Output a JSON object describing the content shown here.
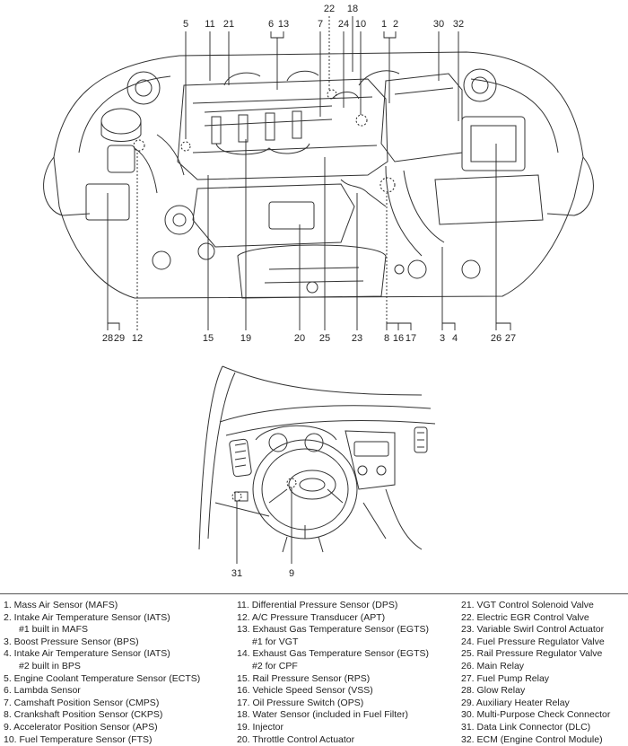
{
  "engine_callouts": {
    "top": [
      "5",
      "11",
      "21",
      "6",
      "13",
      "22",
      "18",
      "7",
      "24",
      "10",
      "1",
      "2",
      "30",
      "32"
    ],
    "bottom": [
      "28",
      "29",
      "12",
      "15",
      "19",
      "20",
      "25",
      "23",
      "8",
      "16",
      "17",
      "3",
      "4",
      "26",
      "27"
    ]
  },
  "interior_callouts": [
    "31",
    "9"
  ],
  "legend": {
    "col1": [
      {
        "text": "1. Mass Air Sensor (MAFS)"
      },
      {
        "text": "2. Intake Air Temperature Sensor (IATS)"
      },
      {
        "text": "#1 built in MAFS",
        "sub": true
      },
      {
        "text": "3. Boost Pressure Sensor (BPS)"
      },
      {
        "text": "4. Intake Air Temperature Sensor (IATS)"
      },
      {
        "text": "#2 built in BPS",
        "sub": true
      },
      {
        "text": "5. Engine Coolant Temperature Sensor (ECTS)"
      },
      {
        "text": "6. Lambda Sensor"
      },
      {
        "text": "7. Camshaft Position Sensor (CMPS)"
      },
      {
        "text": "8. Crankshaft Position Sensor (CKPS)"
      },
      {
        "text": "9. Accelerator Position Sensor (APS)"
      },
      {
        "text": "10. Fuel Temperature Sensor (FTS)"
      }
    ],
    "col2": [
      {
        "text": "11. Differential Pressure Sensor (DPS)"
      },
      {
        "text": "12. A/C Pressure Transducer (APT)"
      },
      {
        "text": "13. Exhaust Gas Temperature Sensor (EGTS)"
      },
      {
        "text": "#1 for VGT",
        "sub": true
      },
      {
        "text": "14. Exhaust Gas Temperature Sensor (EGTS)"
      },
      {
        "text": "#2 for CPF",
        "sub": true
      },
      {
        "text": "15. Rail Pressure Sensor (RPS)"
      },
      {
        "text": "16. Vehicle Speed Sensor (VSS)"
      },
      {
        "text": "17. Oil Pressure Switch (OPS)"
      },
      {
        "text": "18. Water Sensor (included in Fuel Filter)"
      },
      {
        "text": "19. Injector"
      },
      {
        "text": "20. Throttle Control Actuator"
      }
    ],
    "col3": [
      {
        "text": "21. VGT Control Solenoid Valve"
      },
      {
        "text": "22. Electric EGR Control Valve"
      },
      {
        "text": "23. Variable Swirl Control Actuator"
      },
      {
        "text": "24. Fuel Pressure Regulator Valve"
      },
      {
        "text": "25. Rail Pressure Regulator Valve"
      },
      {
        "text": "26. Main Relay"
      },
      {
        "text": "27. Fuel Pump Relay"
      },
      {
        "text": "28. Glow Relay"
      },
      {
        "text": "29. Auxiliary Heater Relay"
      },
      {
        "text": "30. Multi-Purpose Check Connector"
      },
      {
        "text": "31. Data Link Connector (DLC)"
      },
      {
        "text": "32. ECM (Engine Control Module)"
      }
    ]
  }
}
